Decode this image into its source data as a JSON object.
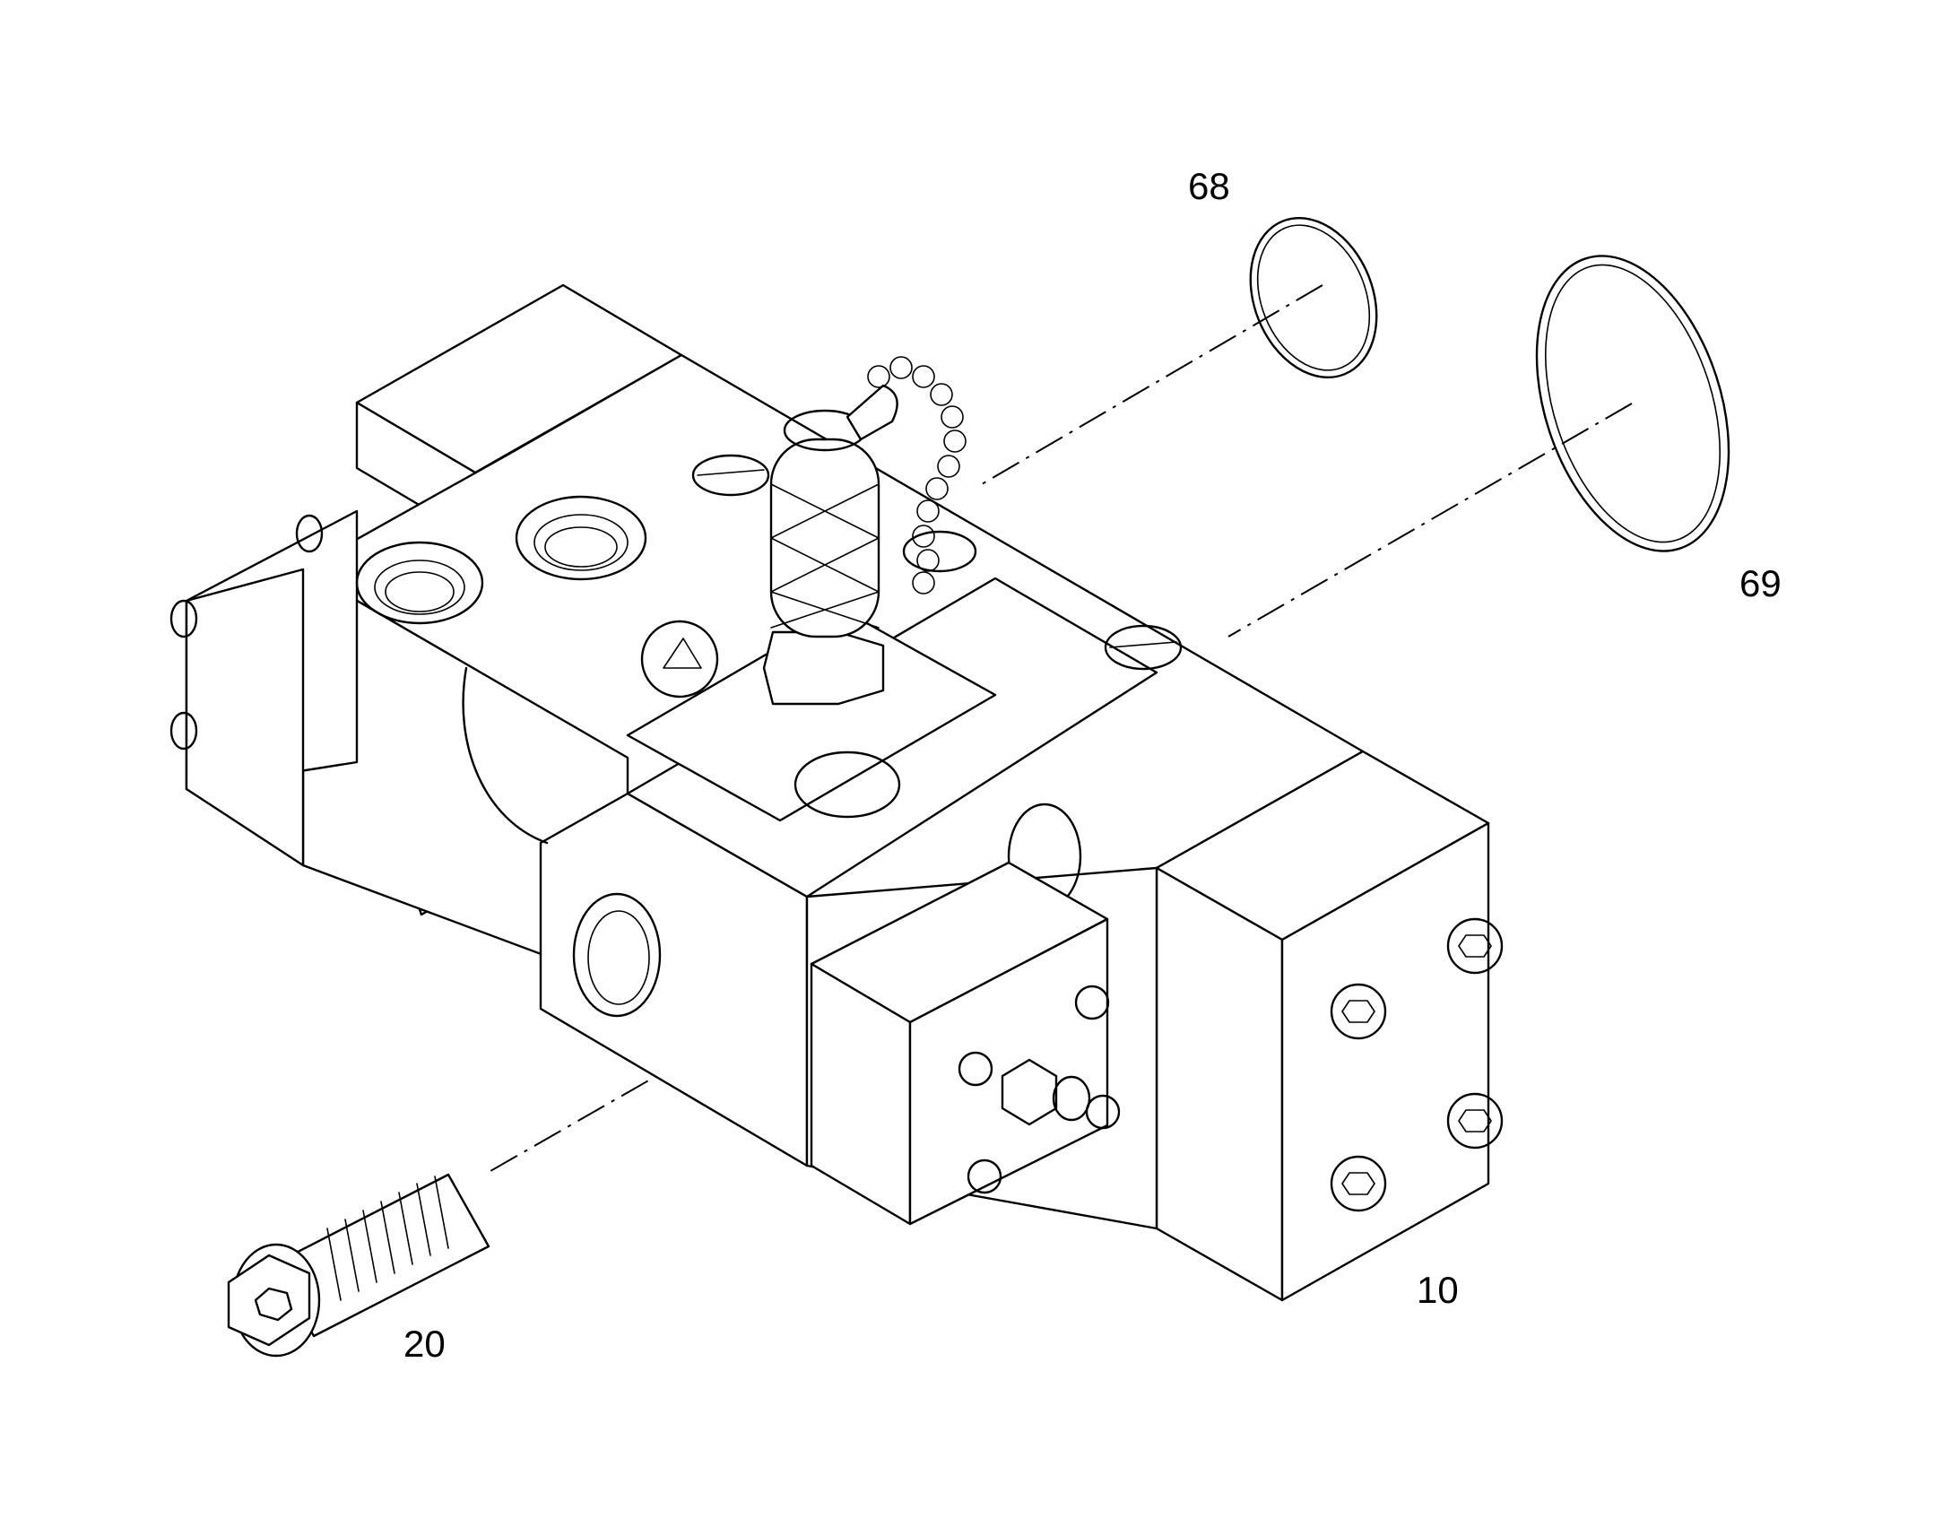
{
  "callouts": {
    "oring_small": "68",
    "oring_large": "69",
    "valve_body": "10",
    "cap_screw": "20"
  },
  "colors": {
    "line": "#000000",
    "background": "#ffffff"
  }
}
